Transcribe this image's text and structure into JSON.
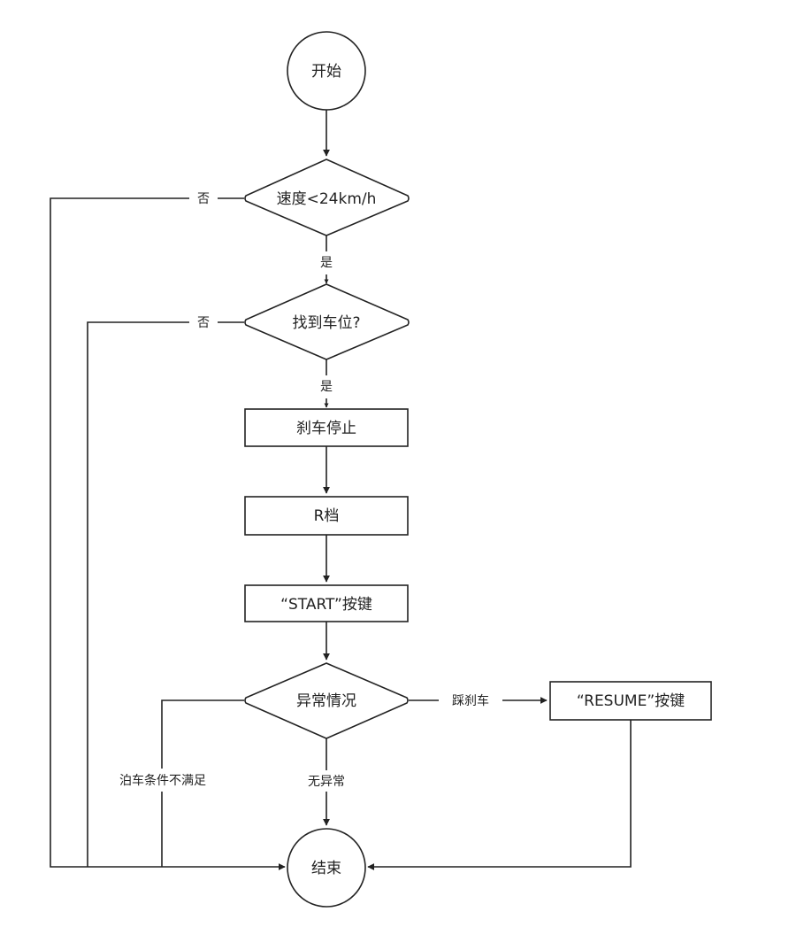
{
  "diagram": {
    "type": "flowchart",
    "nodes": {
      "start": "开始",
      "speed_check": "速度<24km/h",
      "find_spot": "找到车位?",
      "brake_stop": "刹车停止",
      "r_gear": "R档",
      "start_key": "“START”按键",
      "exception": "异常情况",
      "resume_key": "“RESUME”按键",
      "end": "结束"
    },
    "edge_labels": {
      "speed_no": "否",
      "speed_yes": "是",
      "spot_no": "否",
      "spot_yes": "是",
      "press_brake": "踩刹车",
      "normal": "无异常",
      "conditions_unmet": "泊车条件不满足"
    },
    "colors": {
      "line": "#222222",
      "background": "#ffffff"
    }
  }
}
